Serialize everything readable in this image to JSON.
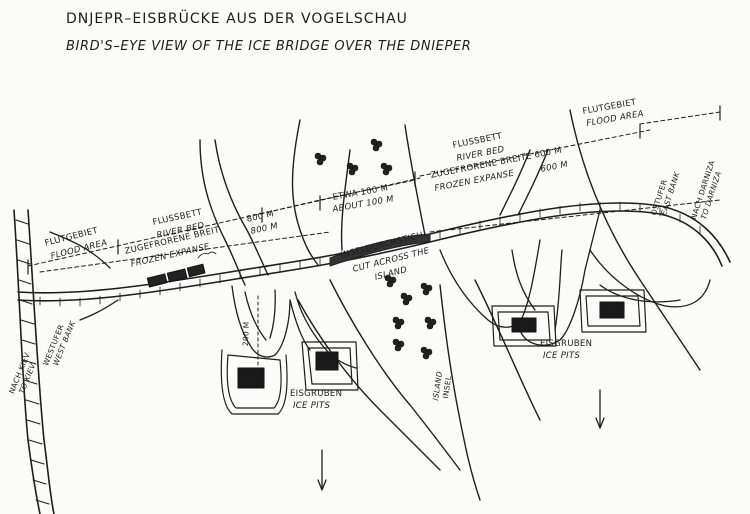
{
  "title": {
    "german": "DNJEPR–EISBRÜCKE AUS DER VOGELSCHAU",
    "english": "BIRD'S–EYE VIEW OF THE ICE BRIDGE OVER THE DNIEPER"
  },
  "labels": {
    "flood_area_west_de": "FLUTGEBIET",
    "flood_area_west_en": "FLOOD AREA",
    "river_bed_west_de": "FLUSSBETT",
    "river_bed_west_en": "RIVER BED",
    "frozen_west_de": "ZUGEFRORENE BREIT",
    "frozen_west_en": "FROZEN EXPANSE",
    "width_800_de": "800 M",
    "width_800_en": "800 M",
    "etwa_de": "ETWA 100 M",
    "etwa_en": "ABOUT 100 M",
    "river_bed_east_de": "FLUSSBETT",
    "river_bed_east_en": "RIVER BED",
    "frozen_east_de": "ZUGEFRORENE BREITE 600 M",
    "frozen_east_en": "FROZEN EXPANSE",
    "width_600_en": "600 M",
    "flood_area_east_de": "FLUTGEBIET",
    "flood_area_east_en": "FLOOD AREA",
    "east_bank_de": "OSTUFER",
    "east_bank_en": "EAST BANK",
    "to_darniza_de": "NACH DARNIZA",
    "to_darniza_en": "TO DARNIZA",
    "west_bank_de": "WESTUFER",
    "west_bank_en": "WEST BANK",
    "to_kiev_de": "NACH KIEV",
    "to_kiev_en": "TO KIEV",
    "depth_200": "200 M",
    "cut_de": "INSELDURCHSTICH",
    "cut_en_1": "CUT ACROSS THE",
    "cut_en_2": "ISLAND",
    "island_de": "INSEL",
    "island_en": "ISLAND",
    "ice_pits_west_de": "EISGRUBEN",
    "ice_pits_west_en": "ICE PITS",
    "ice_pits_east_de": "EISGRUBEN",
    "ice_pits_east_en": "ICE PITS"
  }
}
